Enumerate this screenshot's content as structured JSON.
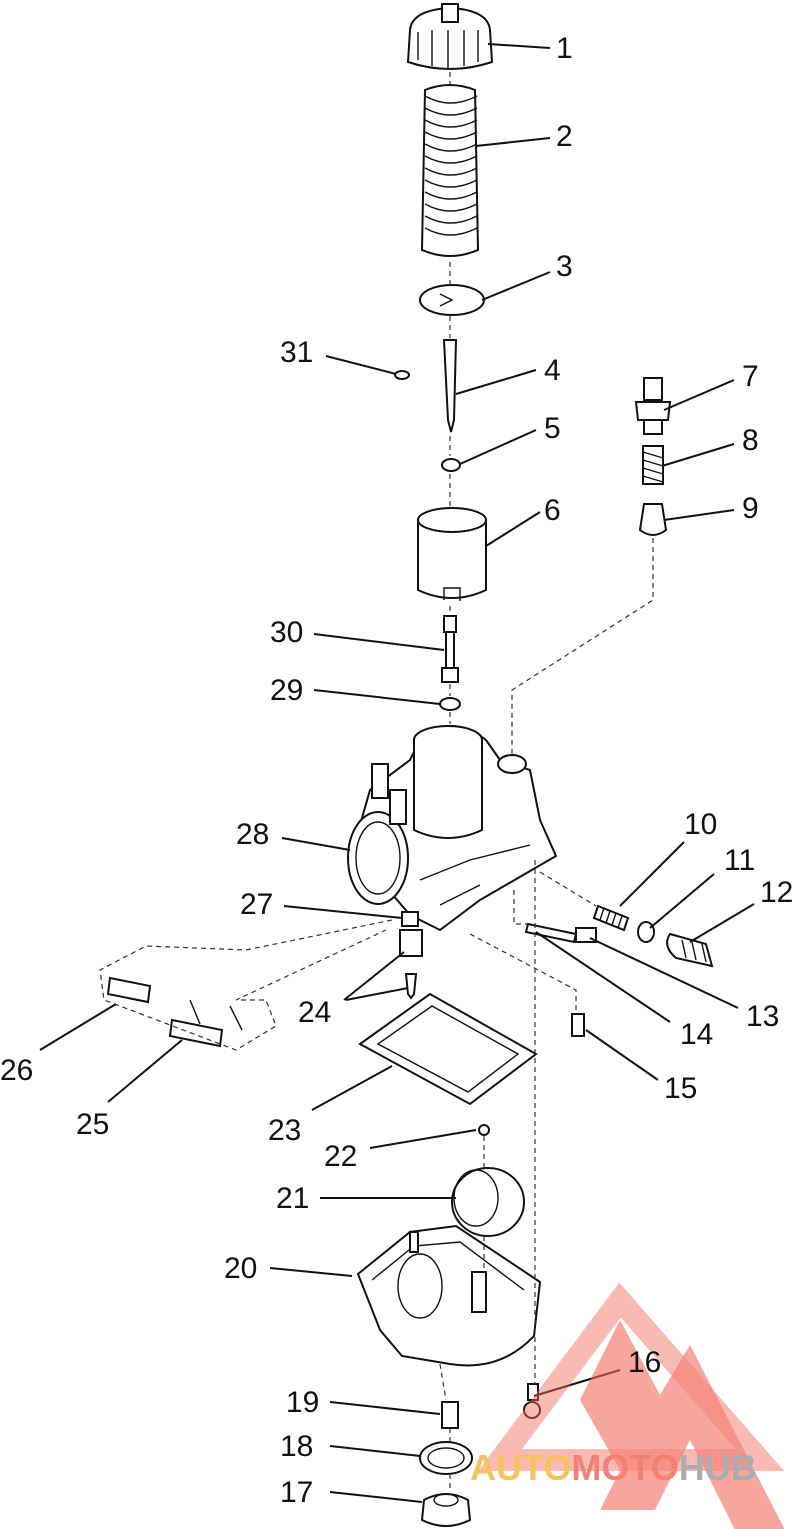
{
  "callouts": [
    {
      "id": 1,
      "label": "1"
    },
    {
      "id": 2,
      "label": "2"
    },
    {
      "id": 3,
      "label": "3"
    },
    {
      "id": 4,
      "label": "4"
    },
    {
      "id": 5,
      "label": "5"
    },
    {
      "id": 6,
      "label": "6"
    },
    {
      "id": 7,
      "label": "7"
    },
    {
      "id": 8,
      "label": "8"
    },
    {
      "id": 9,
      "label": "9"
    },
    {
      "id": 10,
      "label": "10"
    },
    {
      "id": 11,
      "label": "11"
    },
    {
      "id": 12,
      "label": "12"
    },
    {
      "id": 13,
      "label": "13"
    },
    {
      "id": 14,
      "label": "14"
    },
    {
      "id": 15,
      "label": "15"
    },
    {
      "id": 16,
      "label": "16"
    },
    {
      "id": 17,
      "label": "17"
    },
    {
      "id": 18,
      "label": "18"
    },
    {
      "id": 19,
      "label": "19"
    },
    {
      "id": 20,
      "label": "20"
    },
    {
      "id": 21,
      "label": "21"
    },
    {
      "id": 22,
      "label": "22"
    },
    {
      "id": 23,
      "label": "23"
    },
    {
      "id": 24,
      "label": "24"
    },
    {
      "id": 25,
      "label": "25"
    },
    {
      "id": 26,
      "label": "26"
    },
    {
      "id": 27,
      "label": "27"
    },
    {
      "id": 28,
      "label": "28"
    },
    {
      "id": 29,
      "label": "29"
    },
    {
      "id": 30,
      "label": "30"
    },
    {
      "id": 31,
      "label": "31"
    }
  ],
  "watermark": {
    "word_part_1": "AUTO",
    "word_part_2": "MOTO",
    "word_part_3": "HUB",
    "color_primary": "#f26b5b",
    "color_secondary": "#f5b840",
    "color_tertiary": "#9aa0a6"
  }
}
